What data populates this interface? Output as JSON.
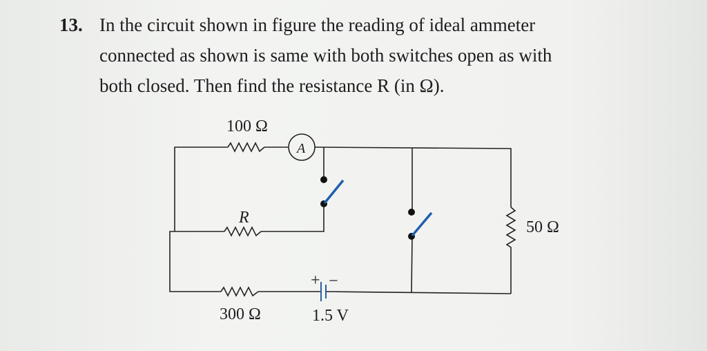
{
  "question": {
    "number": "13.",
    "lines": [
      "In the circuit shown in figure the reading of ideal ammeter",
      "connected as shown is same with both switches open as with",
      "both closed. Then find the resistance R (in Ω)."
    ]
  },
  "circuit": {
    "r_top_label": "100 Ω",
    "ammeter_label": "A",
    "r_mid_label": "R",
    "r_bottom_label": "300 Ω",
    "r_right_label": "50 Ω",
    "battery_plus": "+",
    "battery_minus": "−",
    "battery_label": "1.5 V",
    "switch_color": "#1f5fae"
  }
}
